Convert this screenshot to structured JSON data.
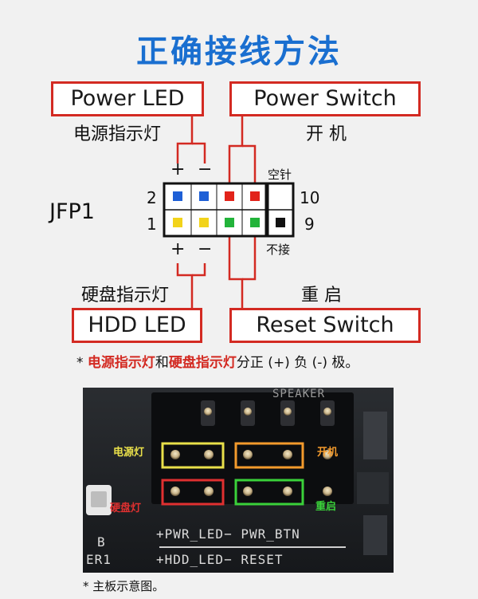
{
  "title": "正确接线方法",
  "labels": {
    "power_led": "Power LED",
    "power_switch": "Power Switch",
    "hdd_led": "HDD LED",
    "reset_switch": "Reset Switch",
    "power_led_cn": "电源指示灯",
    "power_switch_cn": "开 机",
    "hdd_led_cn": "硬盘指示灯",
    "reset_cn": "重 启",
    "empty_pin": "空针",
    "no_connect": "不接",
    "header_name": "JFP1",
    "plus": "+",
    "minus": "−"
  },
  "pin_numbers": {
    "top_left": "2",
    "bottom_left": "1",
    "top_right": "10",
    "bottom_right": "9"
  },
  "note": {
    "prefix": "* ",
    "part1": "电源指示灯",
    "part2": "和",
    "part3": "硬盘指示灯",
    "part4": "分正 (+) 负 (-) 极。"
  },
  "photo": {
    "label_power_led": "电源灯",
    "label_power_btn": "开机",
    "label_hdd": "硬盘灯",
    "label_reset": "重启",
    "silk_top": "+PWR_LED−  PWR_BTN",
    "silk_bottom": "+HDD_LED−  RESET",
    "silk_corner_1": "B",
    "silk_corner_2": "ER1",
    "silk_speaker": "SPEAKER"
  },
  "caption": "* 主板示意图。",
  "colors": {
    "red": "#d32a22",
    "blue": "#1a6fd0",
    "pin_blue": "#1e5fd6",
    "pin_yellow": "#f2d31a",
    "pin_red": "#e2231a",
    "pin_green": "#22b33a",
    "photo_yellow": "#e9e04a",
    "photo_orange": "#f39a2c",
    "photo_red": "#e03030",
    "photo_green": "#3ad13a"
  }
}
